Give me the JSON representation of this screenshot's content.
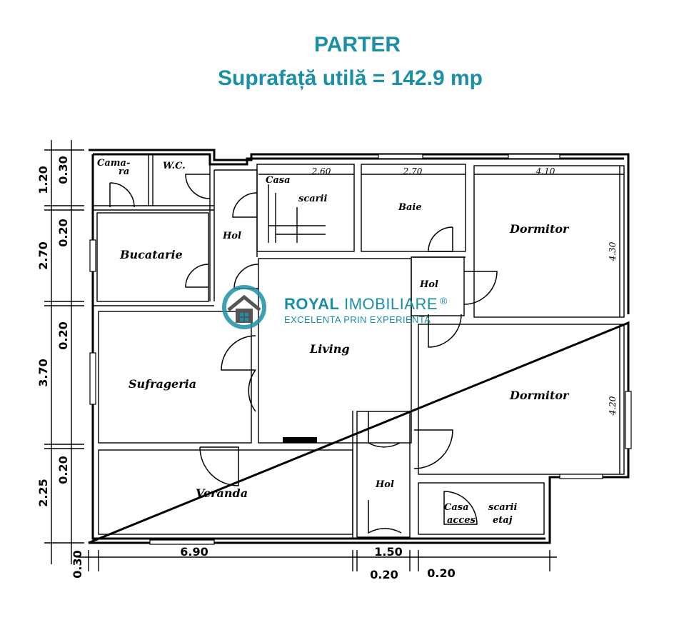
{
  "header": {
    "title": "PARTER",
    "subtitle": "Suprafață utilă = 142.9 mp"
  },
  "rooms": {
    "camara": "Cama-",
    "camara_2": "ra",
    "wc": "W.C.",
    "hol_left": "Hol",
    "casa_scarii": "Casa",
    "casa_scarii_2": "scarii",
    "baie": "Baie",
    "dormitor_top": "Dormitor",
    "bucatarie": "Bucatarie",
    "hol_center": "Hol",
    "living": "Living",
    "sufragerie": "Sufrageria",
    "dormitor_bottom": "Dormitor",
    "veranda": "Veranda",
    "hol_bottom": "Hol",
    "casa_scarii_acces_1": "Casa",
    "casa_scarii_acces_2": "scarii",
    "casa_scarii_acces_3": "acces",
    "casa_scarii_acces_4": "etaj"
  },
  "dimensions": {
    "left_outer": [
      "1.20",
      "2.70",
      "3.70",
      "2.25"
    ],
    "left_inner": [
      "0.30",
      "0.20",
      "0.20",
      "0.20"
    ],
    "bottom_left_corner": "0.30",
    "bottom_main": [
      "6.90",
      "1.50"
    ],
    "bottom_small": [
      "0.20",
      "0.20"
    ],
    "top_widths": [
      "2.60",
      "2.70",
      "4.10"
    ],
    "right_heights": [
      "4.30",
      "4.20"
    ]
  },
  "watermark": {
    "brand_strong": "ROYAL",
    "brand_rest": " IMOBILIARE",
    "tagline": "EXCELENTA PRIN EXPERIENTA",
    "registered": "®"
  },
  "colors": {
    "accent": "#1b8fa6",
    "lines": "#000000"
  }
}
